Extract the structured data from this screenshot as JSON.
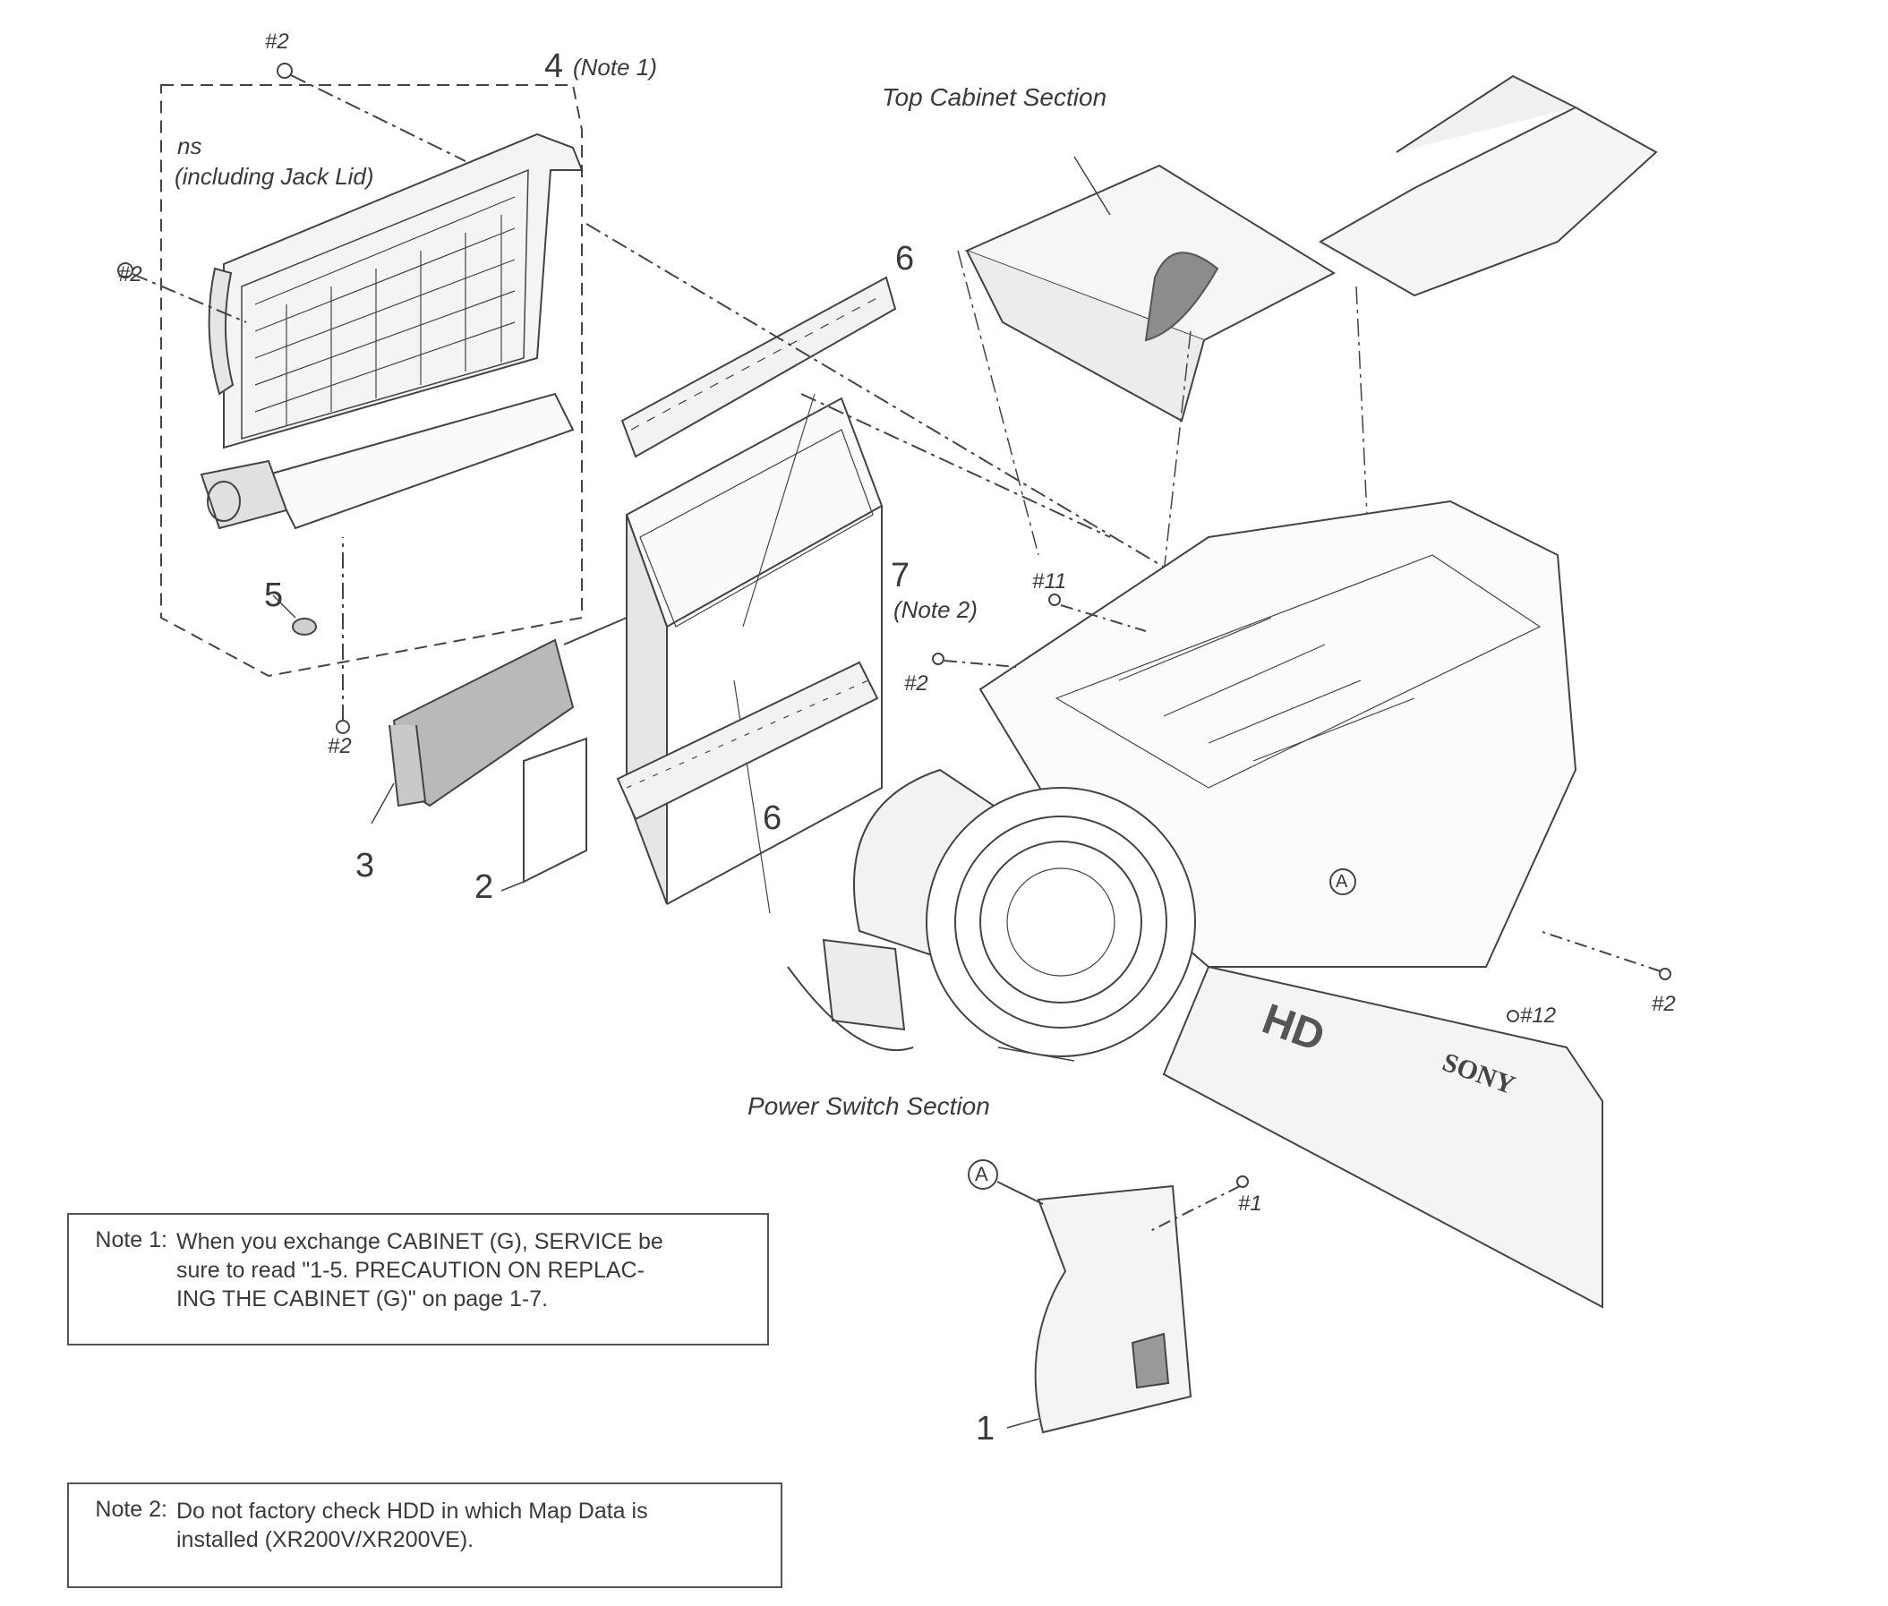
{
  "diagram": {
    "part_numbers": {
      "p1": "1",
      "p2": "2",
      "p3": "3",
      "p4": "4",
      "p5": "5",
      "p6a": "6",
      "p6b": "6",
      "p7": "7"
    },
    "screw_labels": {
      "s2_top": "#2",
      "s2_left": "#2",
      "s2_bottom": "#2",
      "s2_mid": "#2",
      "s2_right": "#2",
      "s11": "#11",
      "s12": "#12",
      "s1": "#1"
    },
    "part_notes": {
      "note1_ref": "(Note 1)",
      "note2_ref": "(Note 2)"
    },
    "captions": {
      "cabinet_line1": "ns",
      "cabinet_line2": "(including Jack Lid)",
      "top_cabinet": "Top Cabinet Section",
      "power_switch": "Power Switch Section",
      "ref_a_upper": "A",
      "ref_a_lower": "A"
    },
    "camera_text": {
      "brand": "SONY",
      "hd": "HD"
    }
  },
  "notes": {
    "note1": {
      "key": "Note 1:",
      "lines": [
        "When you exchange CABINET (G), SERVICE be",
        "sure to read \"1-5. PRECAUTION ON REPLAC-",
        "ING THE CABINET (G)\" on page 1-7."
      ]
    },
    "note2": {
      "key": "Note 2:",
      "lines": [
        "Do not factory check HDD in which Map Data is",
        "installed (XR200V/XR200VE)."
      ]
    }
  }
}
